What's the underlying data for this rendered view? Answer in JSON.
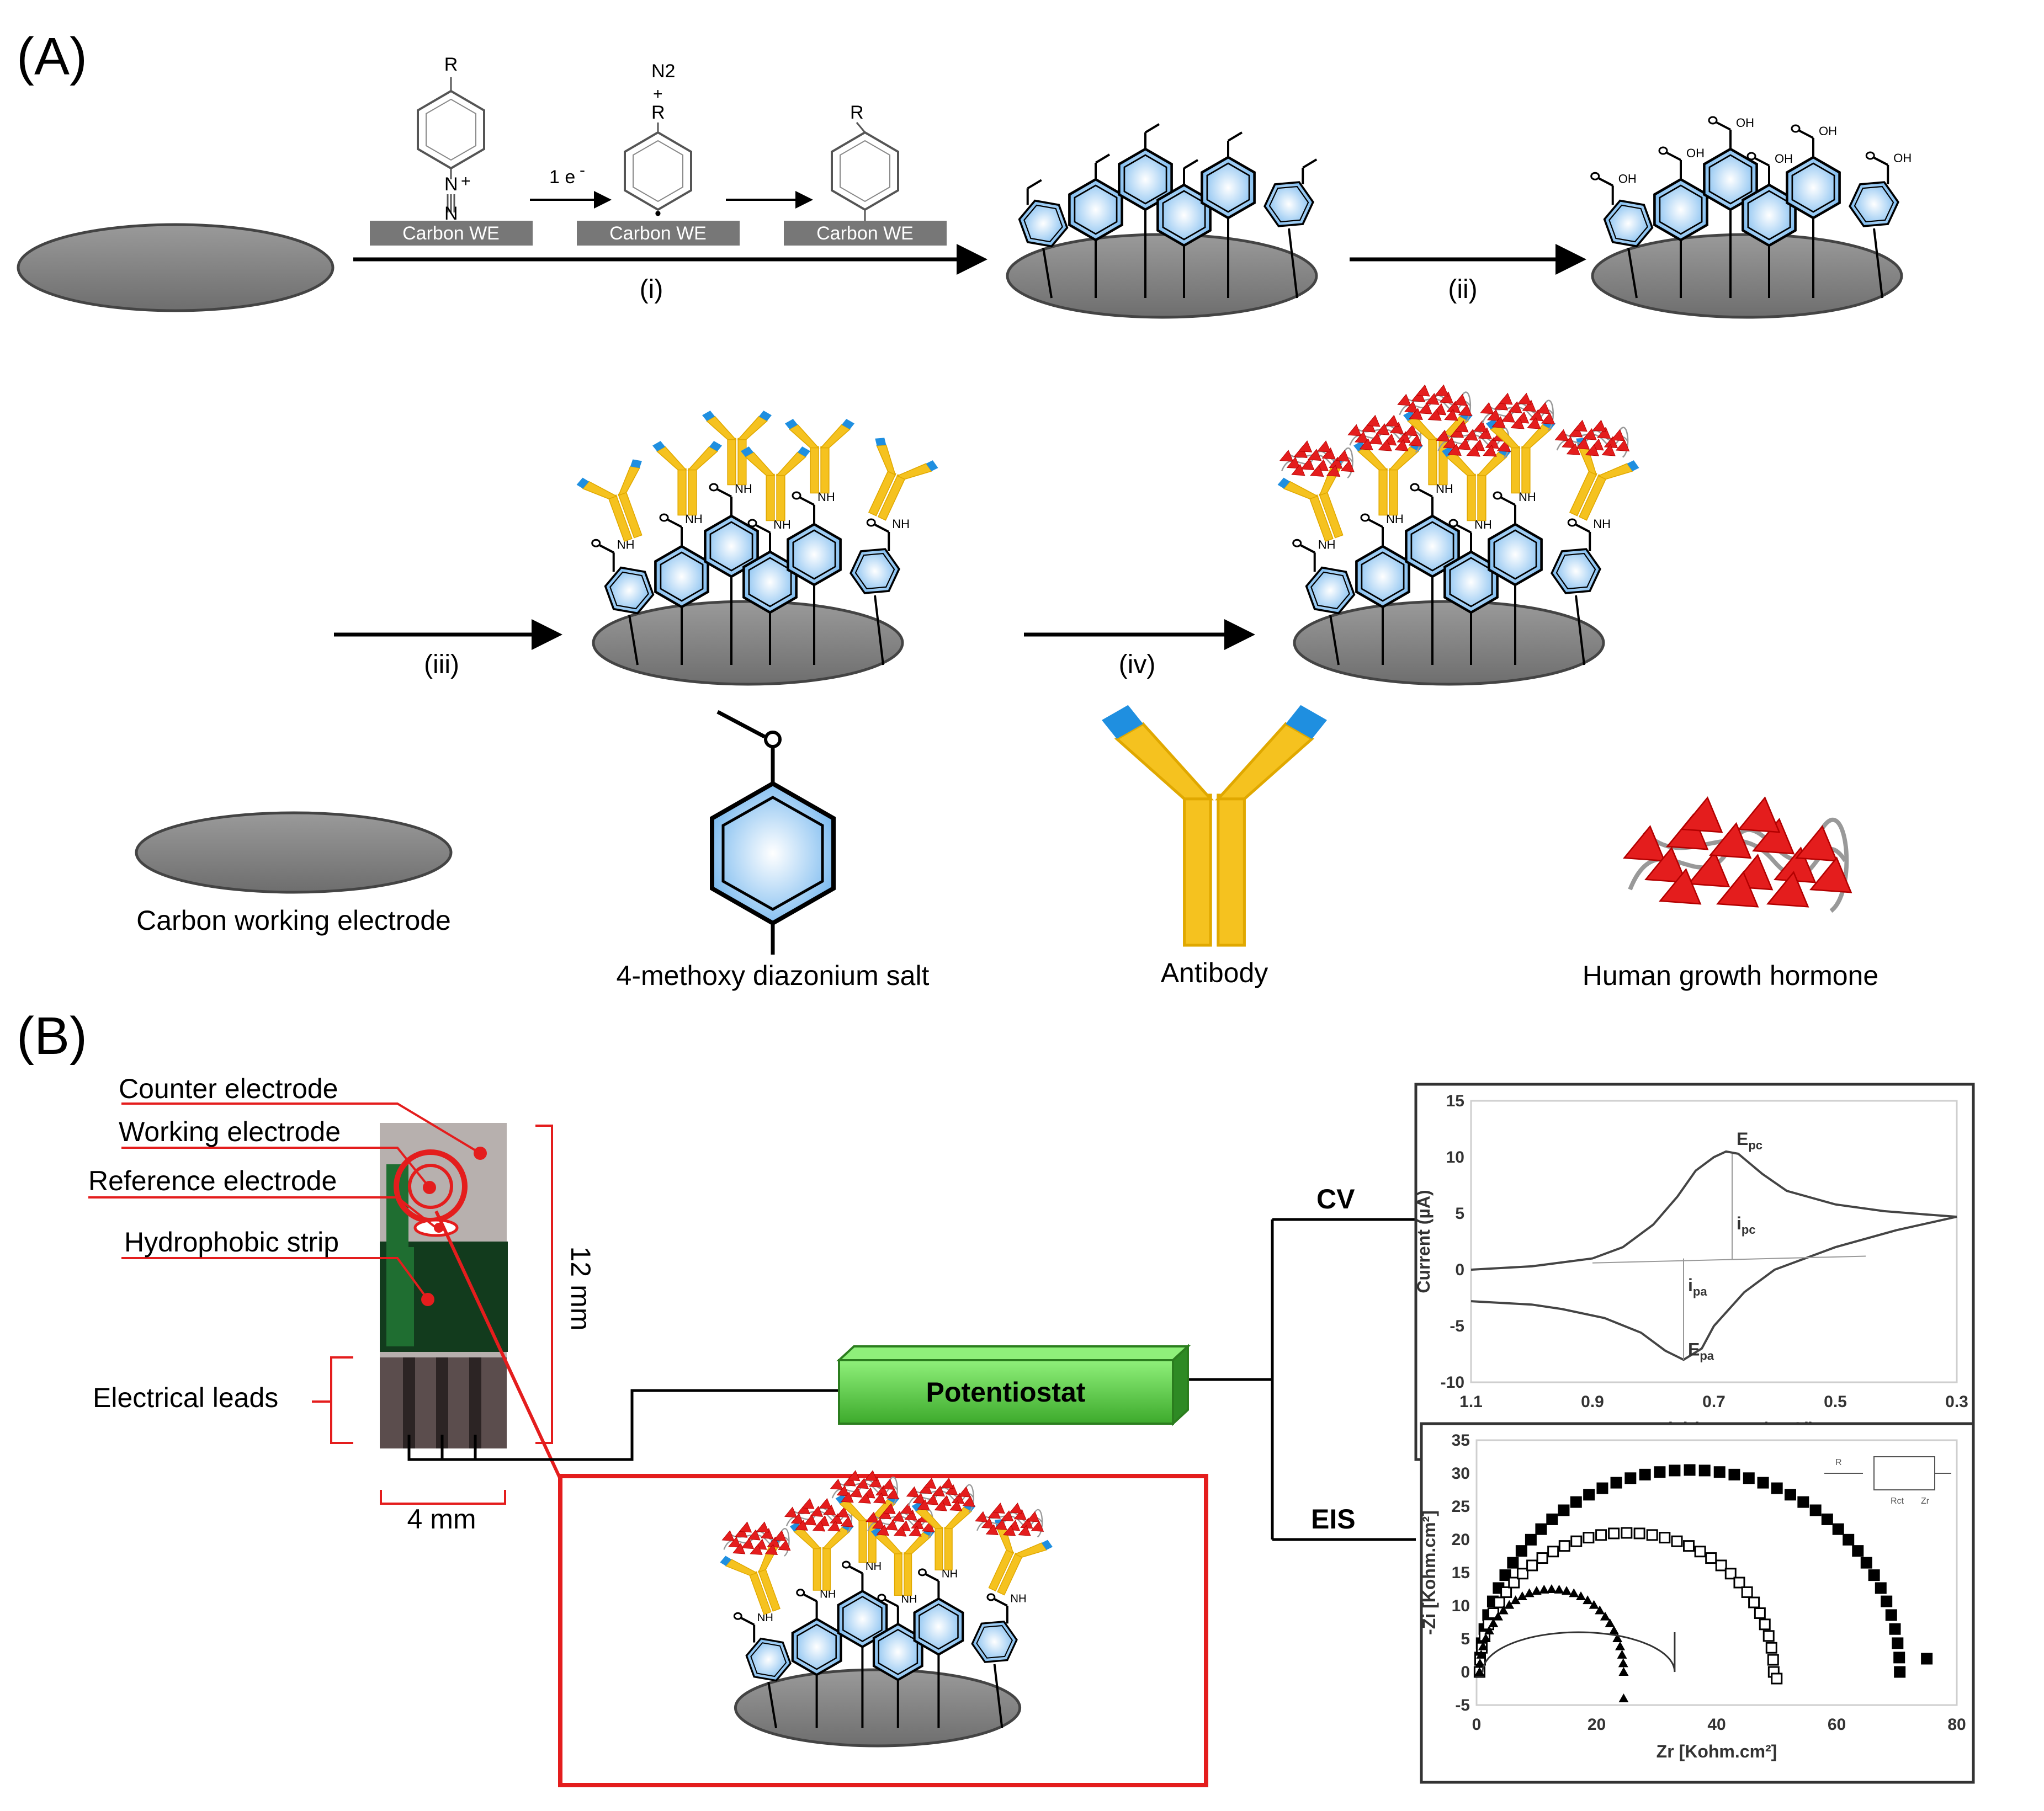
{
  "panel_a": {
    "label": "(A)",
    "steps": [
      "(i)",
      "(ii)",
      "(iii)",
      "(iv)"
    ],
    "reaction": {
      "r_group": "R",
      "diazonium_n": "N",
      "diazonium_plus": "+",
      "n2_label": "N2",
      "electron": "1 e",
      "electron_sup": "-",
      "we_label": "Carbon WE",
      "radical_dot": "•"
    },
    "carboxyl_oh": "OH",
    "amide_nh": "NH",
    "legend": {
      "electrode": "Carbon working electrode",
      "diazonium": "4-methoxy diazonium salt",
      "antibody": "Antibody",
      "hormone": "Human growth hormone"
    }
  },
  "panel_b": {
    "label": "(B)",
    "sensor_labels": [
      "Counter electrode",
      "Working electrode",
      "Reference electrode",
      "Hydrophobic strip",
      "Electrical leads"
    ],
    "dimension_height": "12 mm",
    "dimension_width": "4 mm",
    "potentiostat": "Potentiostat",
    "cv_label": "CV",
    "eis_label": "EIS"
  },
  "colors": {
    "accent_red": "#e41d1d",
    "potentiostat_green": "#5fce4b",
    "antibody_yellow": "#f5c21f",
    "antibody_tip_blue": "#1f8fe0",
    "ring_blue": "#bcdcf7",
    "electrode_gray": "#808080"
  },
  "chart_data": [
    {
      "type": "line",
      "title": "",
      "xlabel": "Potential (V vs Ag/AgCl)",
      "ylabel": "Current (µA)",
      "xlim": [
        1.1,
        0.3
      ],
      "ylim": [
        -10,
        15
      ],
      "x_ticks": [
        1.1,
        0.9,
        0.7,
        0.5,
        0.3
      ],
      "y_ticks": [
        -10,
        -5,
        0,
        5,
        10,
        15
      ],
      "grid": false,
      "annotations": [
        {
          "label": "E",
          "sub": "pc",
          "x": 0.67,
          "y": 10.5
        },
        {
          "label": "i",
          "sub": "pc",
          "x": 0.67,
          "y": 3.0
        },
        {
          "label": "i",
          "sub": "pa",
          "x": 0.75,
          "y": -2.5
        },
        {
          "label": "E",
          "sub": "pa",
          "x": 0.75,
          "y": -8.2
        }
      ],
      "series": [
        {
          "x": [
            1.1,
            1.0,
            0.9,
            0.85,
            0.8,
            0.76,
            0.73,
            0.7,
            0.68,
            0.66,
            0.62,
            0.58,
            0.5,
            0.42,
            0.35,
            0.3
          ],
          "y": [
            0.0,
            0.3,
            1.0,
            2.0,
            4.0,
            6.5,
            8.8,
            10.0,
            10.5,
            10.3,
            8.5,
            7.0,
            5.8,
            5.2,
            4.9,
            4.7
          ]
        },
        {
          "x": [
            0.3,
            0.4,
            0.5,
            0.55,
            0.6,
            0.65,
            0.7,
            0.72,
            0.75,
            0.78,
            0.82,
            0.88,
            0.95,
            1.0,
            1.1
          ],
          "y": [
            4.7,
            3.5,
            2.0,
            1.0,
            0.0,
            -2.0,
            -5.0,
            -7.0,
            -8.0,
            -7.2,
            -5.6,
            -4.3,
            -3.5,
            -3.1,
            -2.8
          ]
        }
      ]
    },
    {
      "type": "scatter",
      "title": "",
      "xlabel": "Zr [Kohm.cm²]",
      "ylabel": "-Zi [Kohm.cm²]",
      "xlim": [
        0,
        80
      ],
      "ylim": [
        -5,
        35
      ],
      "x_ticks": [
        0,
        20,
        40,
        60,
        80
      ],
      "y_ticks": [
        -5,
        0,
        5,
        10,
        15,
        20,
        25,
        30,
        35
      ],
      "grid": false,
      "inset_labels": [
        "R",
        "Rct",
        "Zr"
      ],
      "series": [
        {
          "marker": "filled-square",
          "cx": 35.5,
          "r": 35.0,
          "peak": 30.5,
          "x_end": 75,
          "tail_y": 2
        },
        {
          "marker": "open-square",
          "cx": 25.0,
          "r": 24.5,
          "peak": 21.0,
          "x_end": 50,
          "tail_y": -1
        },
        {
          "marker": "filled-triangle",
          "cx": 12.5,
          "r": 12.0,
          "peak": 12.5,
          "x_end": 24.5,
          "tail_y": -4
        },
        {
          "marker": "line",
          "cx": 17.0,
          "r": 16.0,
          "peak": 6.0,
          "x_end": 33.0,
          "tail_y": 6
        }
      ]
    }
  ]
}
